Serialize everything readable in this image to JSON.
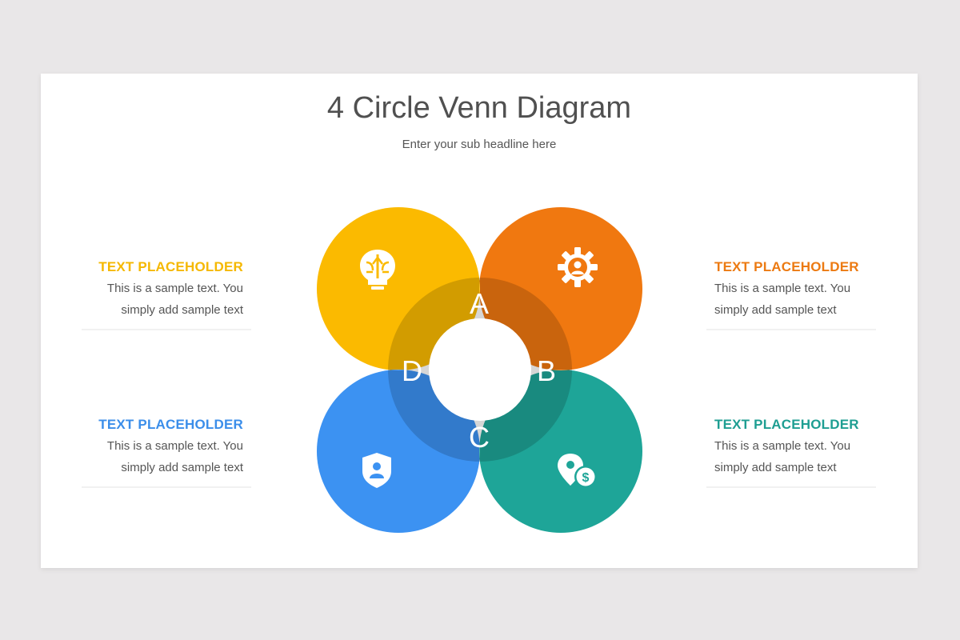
{
  "title": "4 Circle Venn Diagram",
  "subtitle": "Enter your sub headline here",
  "colors": {
    "yellow": "#FBBA00",
    "orange": "#F07810",
    "blue": "#3C92F2",
    "teal": "#1EA598"
  },
  "blocks": [
    {
      "id": "top-left",
      "heading": "TEXT PLACEHOLDER",
      "line1": "This is a sample text. You",
      "line2": "simply add sample text",
      "color": "#F5B800"
    },
    {
      "id": "bottom-left",
      "heading": "TEXT PLACEHOLDER",
      "line1": "This is a sample text. You",
      "line2": "simply add sample text",
      "color": "#3B8EEA"
    },
    {
      "id": "top-right",
      "heading": "TEXT PLACEHOLDER",
      "line1": "This is a sample text. You",
      "line2": "simply add sample text",
      "color": "#EC7A12"
    },
    {
      "id": "bottom-right",
      "heading": "TEXT PLACEHOLDER",
      "line1": "This is a sample text. You",
      "line2": "simply add sample text",
      "color": "#1E9E92"
    }
  ],
  "venn": {
    "circles": [
      {
        "id": "yellow",
        "icon": "brain-lightbulb-icon"
      },
      {
        "id": "orange",
        "icon": "gear-user-icon"
      },
      {
        "id": "blue",
        "icon": "shield-user-icon"
      },
      {
        "id": "teal",
        "icon": "location-dollar-icon"
      }
    ],
    "overlaps": [
      "A",
      "B",
      "C",
      "D"
    ]
  }
}
